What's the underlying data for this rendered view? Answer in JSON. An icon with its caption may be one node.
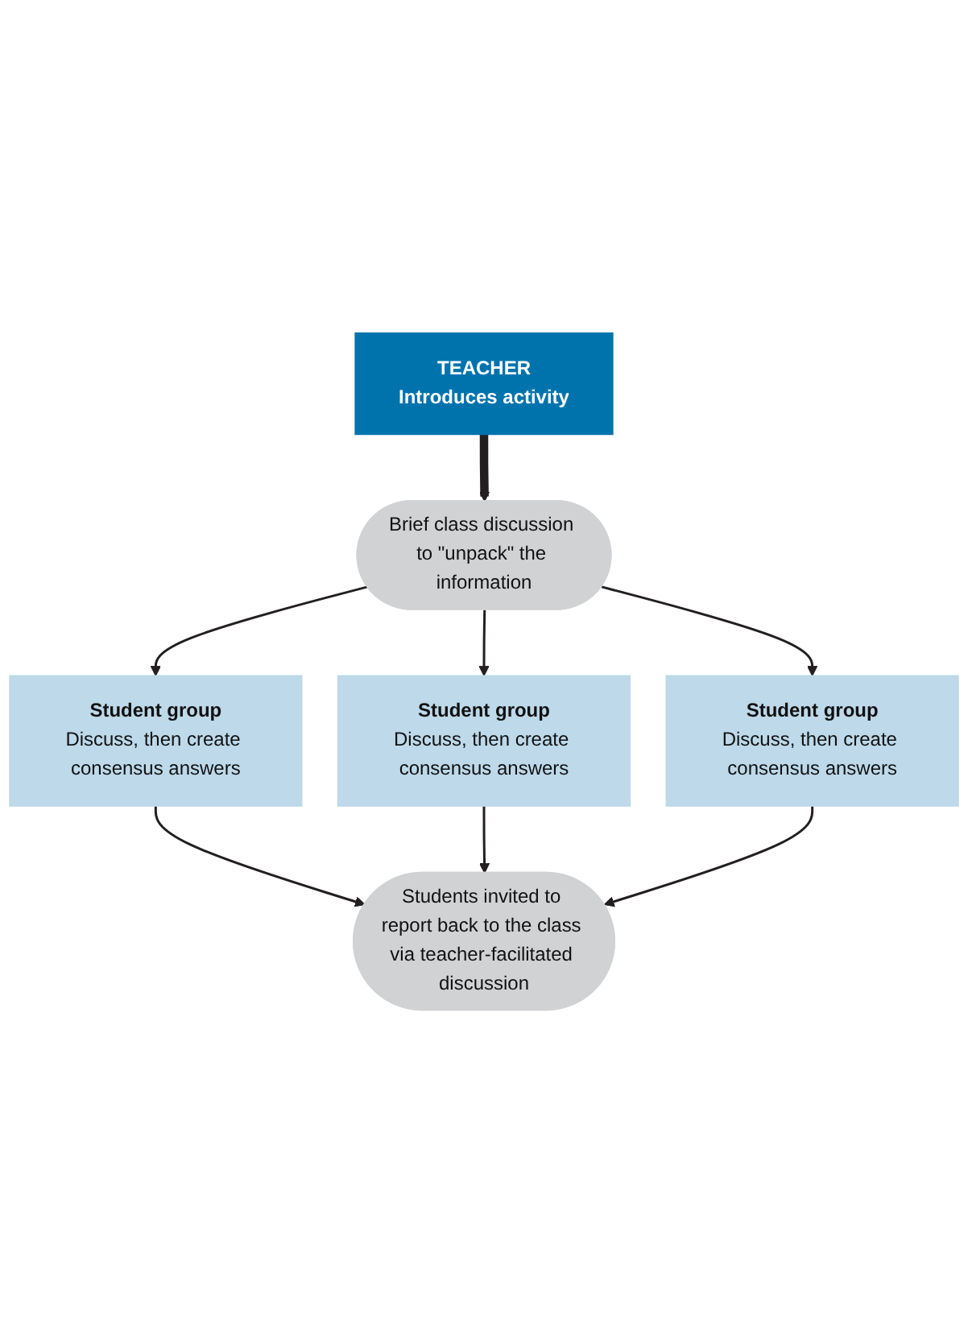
{
  "diagram": {
    "nodes": [
      {
        "text": [
          "TEACHER",
          "Introduces activity"
        ]
      },
      {
        "text": [
          "Brief class discussion to \"unpack\" the information"
        ]
      },
      {
        "text": [
          "Student group",
          "Discuss, then create consensus answers"
        ]
      },
      {
        "text": [
          "Student group",
          "Discuss, then create consensus answers"
        ]
      },
      {
        "text": [
          "Student group",
          "Discuss, then create consensus answers"
        ]
      },
      {
        "text": [
          "Students invited to report back to the class via teacher-facilitated discussion"
        ]
      }
    ],
    "edges": [
      {
        "from": 0,
        "to": 1,
        "arrow": "to",
        "style": "thick"
      },
      {
        "from": 1,
        "to": 2,
        "arrow": "to"
      },
      {
        "from": 1,
        "to": 3,
        "arrow": "to"
      },
      {
        "from": 1,
        "to": 4,
        "arrow": "to"
      },
      {
        "from": 2,
        "to": 5,
        "arrow": "to"
      },
      {
        "from": 3,
        "to": 5,
        "arrow": "to"
      },
      {
        "from": 4,
        "to": 5,
        "arrow": "to"
      }
    ]
  }
}
